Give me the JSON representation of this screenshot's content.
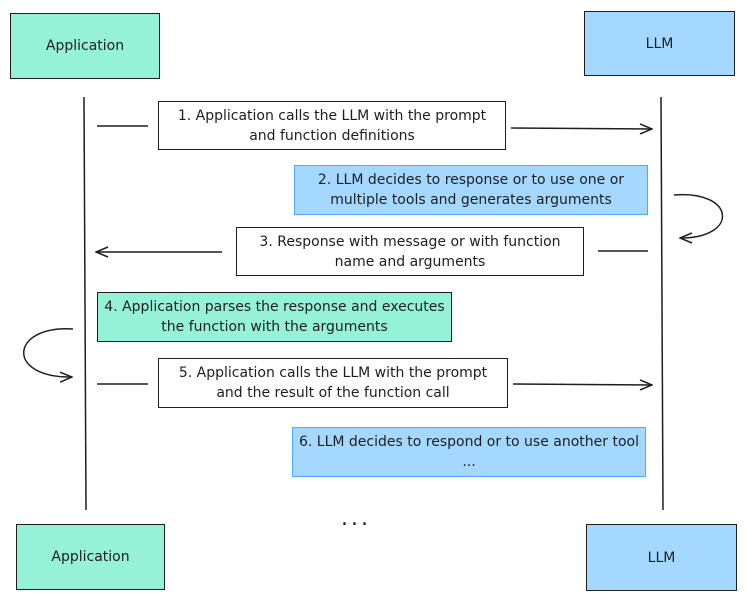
{
  "actors": {
    "app_top": "Application",
    "llm_top": "LLM",
    "app_bottom": "Application",
    "llm_bottom": "LLM"
  },
  "steps": [
    {
      "text": "1. Application calls the LLM with the prompt and function definitions"
    },
    {
      "text": "2. LLM decides to response or to use one or multiple tools and generates arguments"
    },
    {
      "text": "3. Response with message or with function name and arguments"
    },
    {
      "text": "4. Application parses the response and executes the function with the arguments"
    },
    {
      "text": "5. Application calls the LLM with the prompt and the result of the function call"
    },
    {
      "text": "6. LLM decides to respond or to use another tool ..."
    }
  ],
  "continuation": "...",
  "colors": {
    "application": "#96f2d7",
    "llm": "#a5d8ff",
    "stroke": "#1e1e1e"
  }
}
